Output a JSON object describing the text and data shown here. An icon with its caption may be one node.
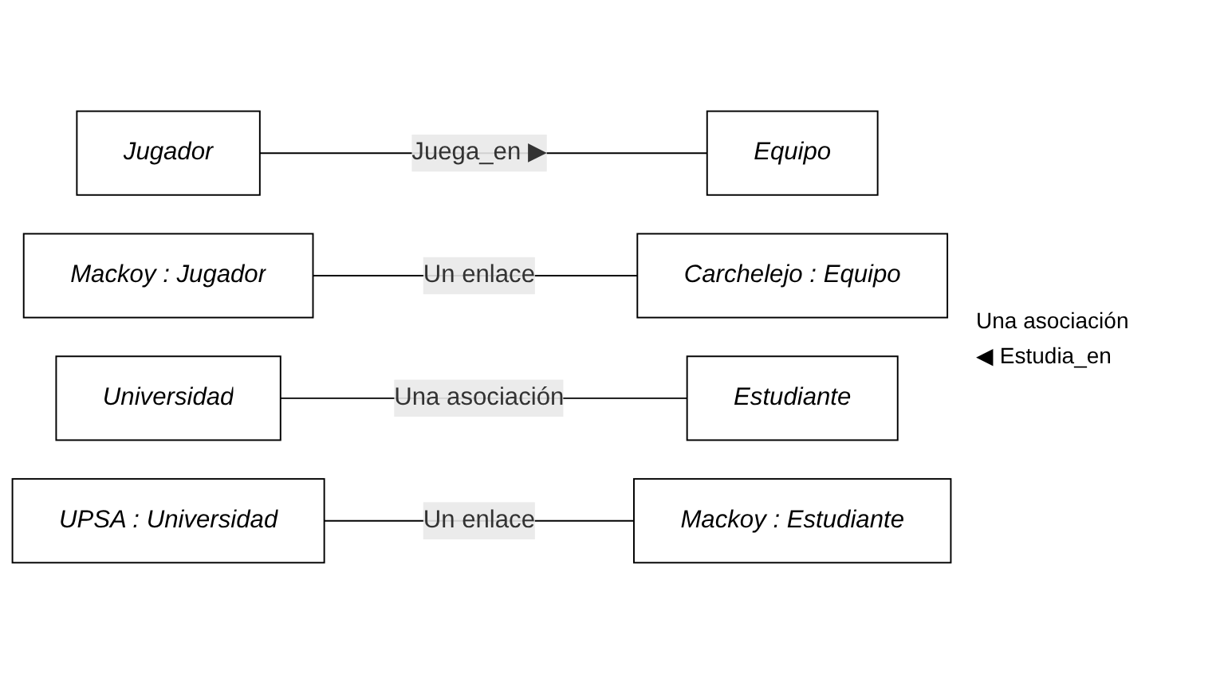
{
  "diagram": {
    "nodes": [
      {
        "text": [
          "Jugador"
        ]
      },
      {
        "text": [
          "Equipo"
        ]
      },
      {
        "text": [
          "Mackoy : Jugador"
        ]
      },
      {
        "text": [
          "Carchelejo : Equipo"
        ]
      },
      {
        "text": [
          "Universidad"
        ]
      },
      {
        "text": [
          "Estudiante"
        ]
      },
      {
        "text": [
          "UPSA : Universidad"
        ]
      },
      {
        "text": [
          "Mackoy : Estudiante"
        ]
      }
    ],
    "edges": [
      {
        "from": 0,
        "to": 1,
        "arrow": "none",
        "label": "Juega_en ▶"
      },
      {
        "from": 2,
        "to": 3,
        "arrow": "none",
        "label": "Un enlace"
      },
      {
        "from": 4,
        "to": 5,
        "arrow": "none",
        "label": "Una asociación"
      },
      {
        "from": 6,
        "to": 7,
        "arrow": "none",
        "label": "Un enlace"
      }
    ],
    "labels": [
      "Una asociación",
      "◀ Estudia_en"
    ]
  }
}
